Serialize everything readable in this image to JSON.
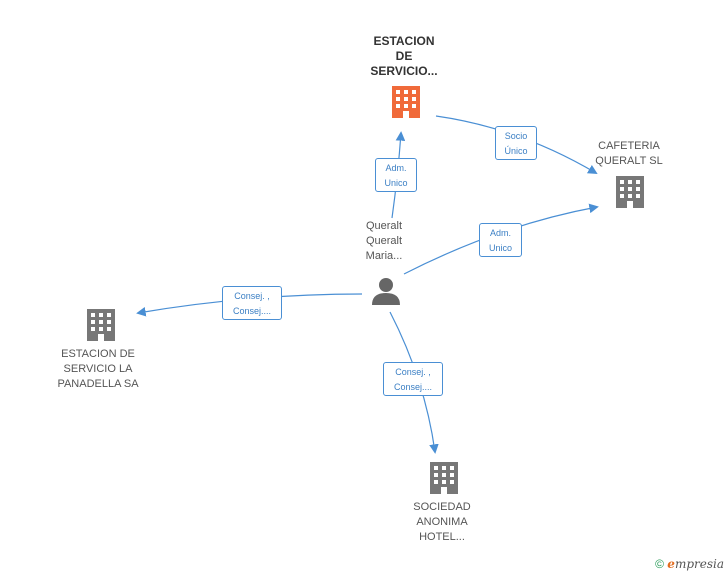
{
  "colors": {
    "edge": "#4a8fd4",
    "main_building": "#f06a3a",
    "building": "#777777",
    "person": "#666666"
  },
  "nodes": {
    "estacion_servicio": {
      "lines": [
        "ESTACION",
        "DE",
        "SERVICIO..."
      ],
      "icon": "building-icon"
    },
    "cafeteria": {
      "lines": [
        "CAFETERIA",
        "QUERALT SL"
      ],
      "icon": "building-icon"
    },
    "person": {
      "lines": [
        "Queralt",
        "Queralt",
        "Maria..."
      ],
      "icon": "person-icon"
    },
    "estacion_panadella": {
      "lines": [
        "ESTACION DE",
        "SERVICIO LA",
        "PANADELLA SA"
      ],
      "icon": "building-icon"
    },
    "sociedad": {
      "lines": [
        "SOCIEDAD",
        "ANONIMA",
        "HOTEL..."
      ],
      "icon": "building-icon"
    }
  },
  "edges": {
    "socio_unico": [
      "Socio",
      "Único"
    ],
    "adm_unico_top": [
      "Adm.",
      "Unico"
    ],
    "adm_unico_right": [
      "Adm.",
      "Unico"
    ],
    "consej_left": [
      "Consej. ,",
      "Consej...."
    ],
    "consej_bottom": [
      "Consej. ,",
      "Consej...."
    ]
  },
  "footer": {
    "copyright": "©",
    "brand_e": "e",
    "brand_rest": "mpresia"
  }
}
